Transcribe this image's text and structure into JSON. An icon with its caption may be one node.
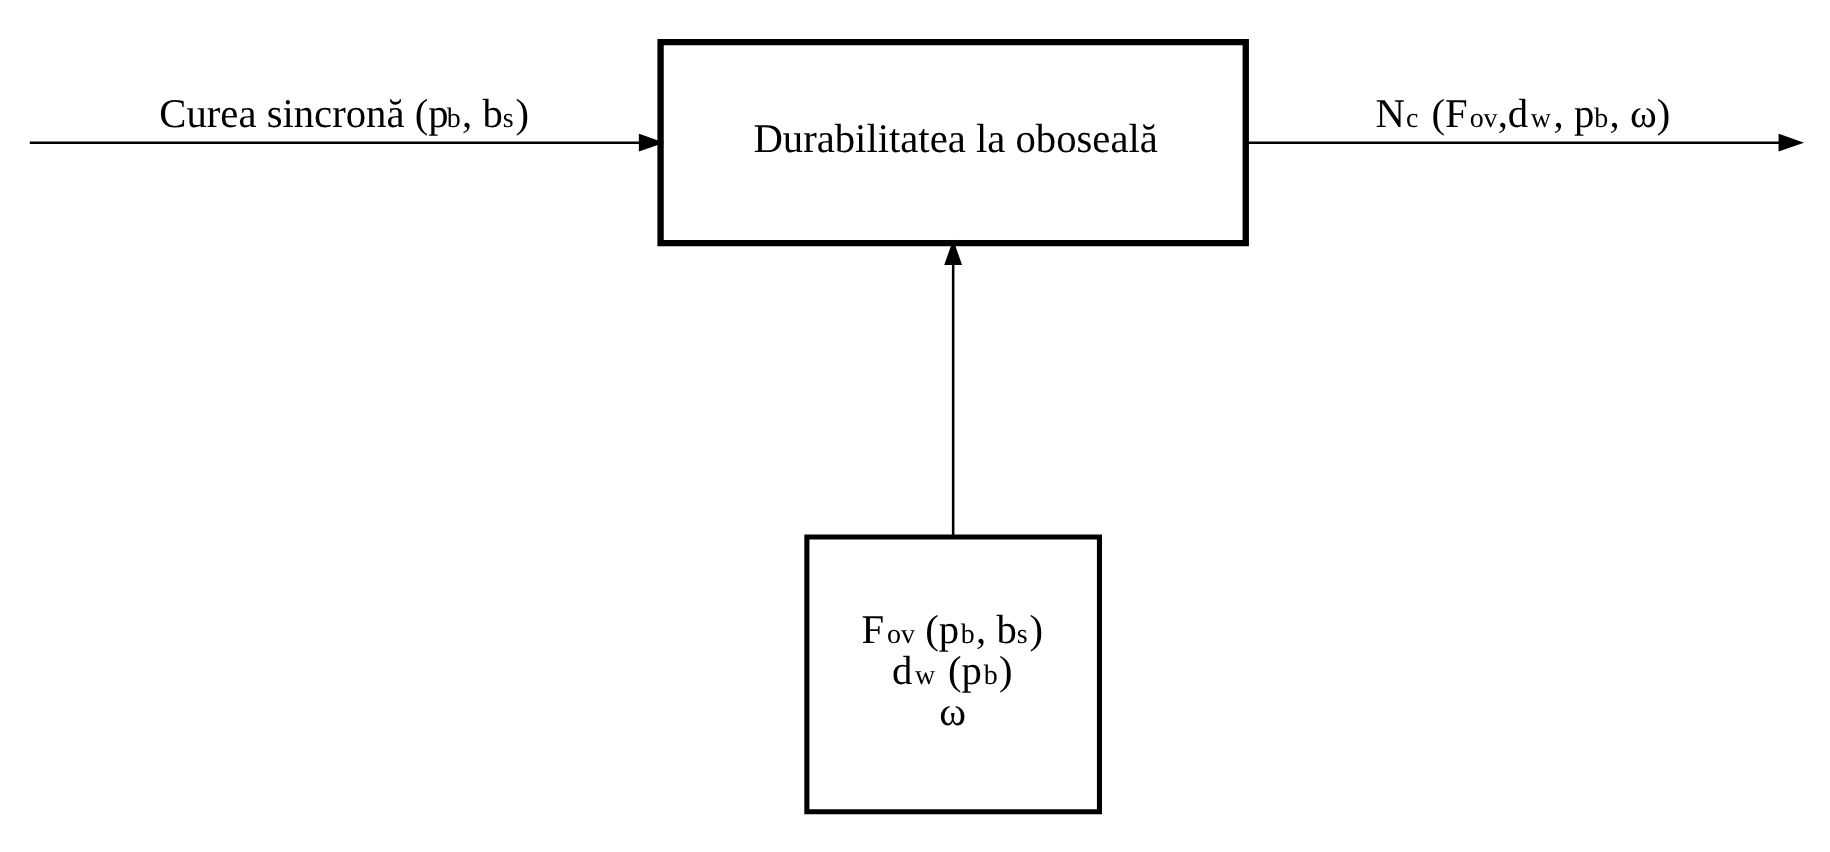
{
  "diagram": {
    "nodes": [
      {
        "text": [
          "Durabilitatea la oboseală"
        ]
      },
      {
        "text": [
          "F$_{ov}$ (p$_{b}$, b$_{s}$)",
          "d$_{w}$ (p$_{b}$)",
          "ω"
        ]
      }
    ],
    "edges": [
      {
        "from": null,
        "to": 0,
        "arrow": "to",
        "label": "Curea sincronă (p$_{b}$, b$_{s}$)"
      },
      {
        "from": 1,
        "to": 0,
        "arrow": "to"
      },
      {
        "from": 0,
        "to": null,
        "arrow": "to",
        "label": "N$_{c}$ (F$_{ov}$,d$_{w}$, p$_{b}$, ω)"
      }
    ]
  }
}
